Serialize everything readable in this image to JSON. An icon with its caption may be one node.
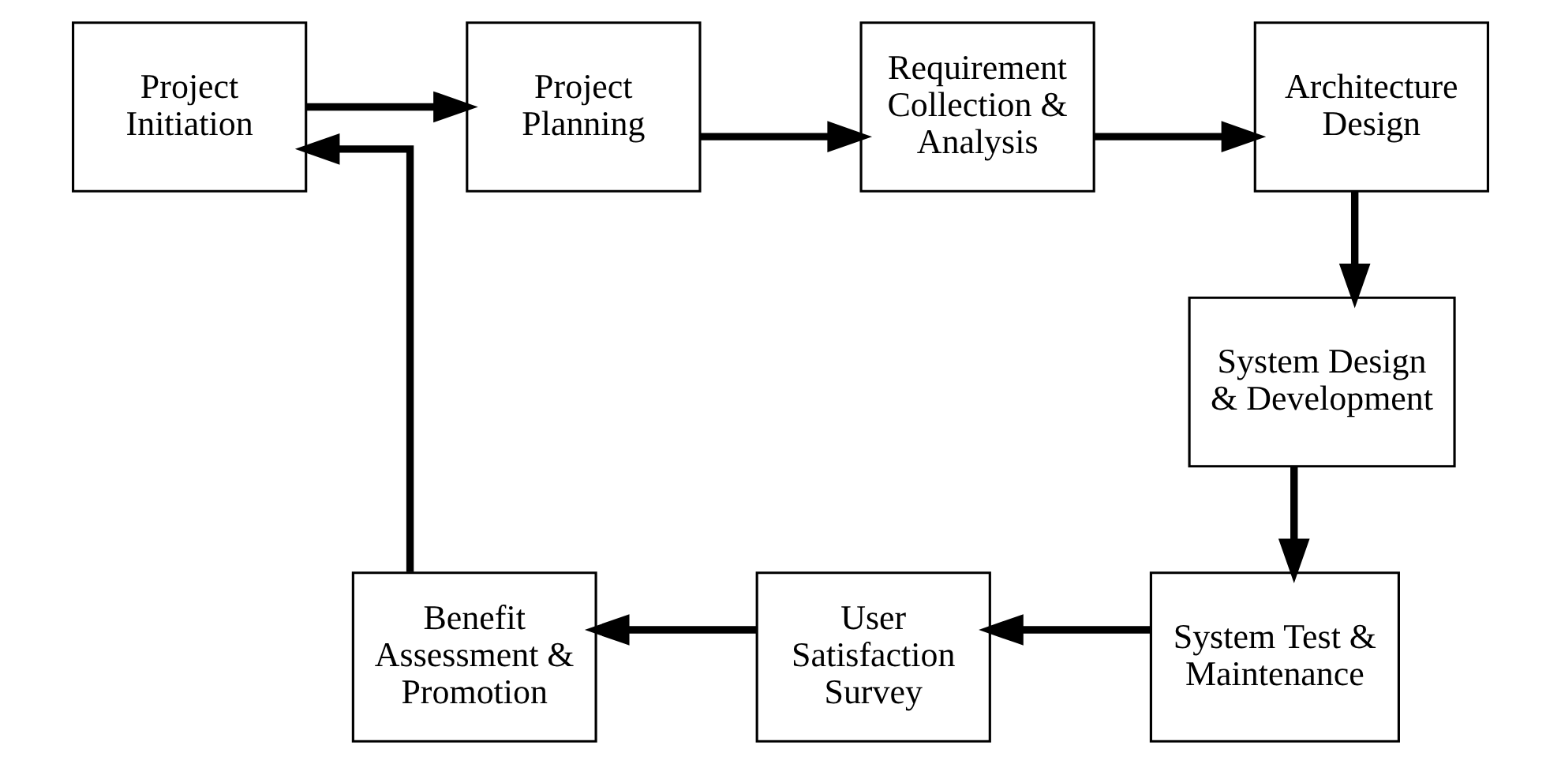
{
  "diagram": {
    "nodes": [
      {
        "text": [
          "Project Initiation"
        ]
      },
      {
        "text": [
          "Project Planning"
        ]
      },
      {
        "text": [
          "Requirement Collection & Analysis"
        ]
      },
      {
        "text": [
          "Architecture Design"
        ]
      },
      {
        "text": [
          "System Design & Development"
        ]
      },
      {
        "text": [
          "System Test & Maintenance"
        ]
      },
      {
        "text": [
          "User Satisfaction Survey"
        ]
      },
      {
        "text": [
          "Benefit Assessment & Promotion"
        ]
      }
    ],
    "edges": [
      {
        "from": 0,
        "to": 1,
        "arrow": "to"
      },
      {
        "from": 1,
        "to": 2,
        "arrow": "to"
      },
      {
        "from": 2,
        "to": 3,
        "arrow": "to"
      },
      {
        "from": 3,
        "to": 4,
        "arrow": "to"
      },
      {
        "from": 4,
        "to": 5,
        "arrow": "to"
      },
      {
        "from": 5,
        "to": 6,
        "arrow": "to"
      },
      {
        "from": 6,
        "to": 7,
        "arrow": "to"
      },
      {
        "from": 7,
        "to": 0,
        "arrow": "to"
      }
    ]
  }
}
